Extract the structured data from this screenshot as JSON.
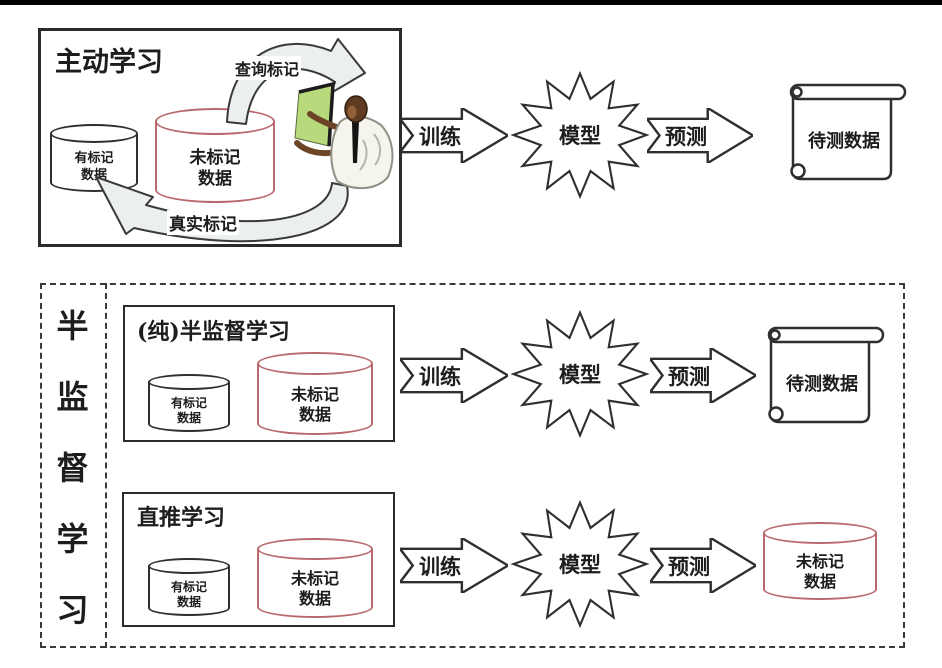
{
  "active": {
    "title": "主动学习",
    "labeled_line1": "有标记",
    "labeled_line2": "数据",
    "unlabeled_line1": "未标记",
    "unlabeled_line2": "数据",
    "query_arrow_label": "查询标记",
    "truth_arrow_label": "真实标记",
    "train": "训练",
    "model": "模型",
    "predict": "预测",
    "output": "待测数据"
  },
  "semi": {
    "side_chars": [
      "半",
      "监",
      "督",
      "学",
      "习"
    ],
    "pure": {
      "title": "(纯)半监督学习",
      "labeled_line1": "有标记",
      "labeled_line2": "数据",
      "unlabeled_line1": "未标记",
      "unlabeled_line2": "数据",
      "train": "训练",
      "model": "模型",
      "predict": "预测",
      "output": "待测数据"
    },
    "trans": {
      "title": "直推学习",
      "labeled_line1": "有标记",
      "labeled_line2": "数据",
      "unlabeled_line1": "未标记",
      "unlabeled_line2": "数据",
      "train": "训练",
      "model": "模型",
      "predict": "预测",
      "output_line1": "未标记",
      "output_line2": "数据"
    }
  },
  "icons": {
    "database_cylinder": "cylinder-shape",
    "model_starburst": "starburst-shape",
    "flow_arrow": "block-arrow-right",
    "document_scroll": "scroll-paper-shape",
    "oracle_person": "person-holding-green-board",
    "query_arc": "curved-arrow-to-person",
    "truth_arc": "curved-arrow-to-database"
  },
  "colors": {
    "stroke_black": "#2f2f2f",
    "red_cylinder": "#b9696d",
    "green_board": "#b9da7c",
    "skin_brown": "#6b4526",
    "arc_fill": "#eceff0",
    "top_bar": "#000000"
  }
}
